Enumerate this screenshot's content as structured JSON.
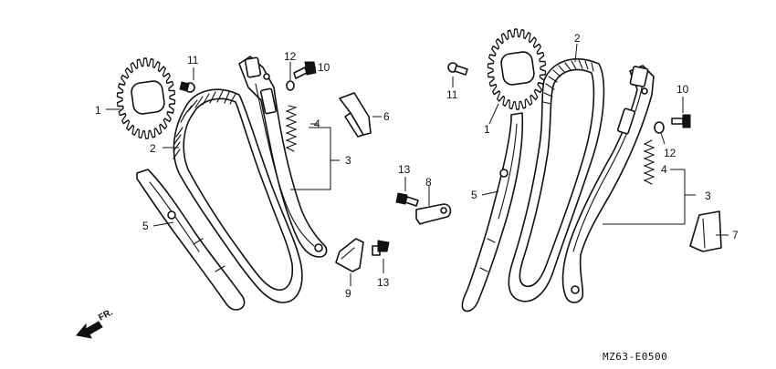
{
  "diagram": {
    "code": "MZ63-E0500",
    "front_label": "FR.",
    "callouts": {
      "left": {
        "sprocket": "1",
        "chain": "2",
        "tensioner_assy": "3",
        "spring": "4",
        "guide": "5",
        "guide_block": "6",
        "bolt_upper": "10",
        "bolt_sprocket": "11",
        "washer": "12"
      },
      "middle": {
        "plate": "8",
        "pad": "9",
        "bolt_plate": "13",
        "bolt_pad": "13"
      },
      "right": {
        "sprocket": "1",
        "chain": "2",
        "tensioner_assy": "3",
        "spring": "4",
        "guide": "5",
        "guide_block": "7",
        "bolt_upper": "10",
        "bolt_sprocket": "11",
        "washer": "12"
      }
    }
  }
}
